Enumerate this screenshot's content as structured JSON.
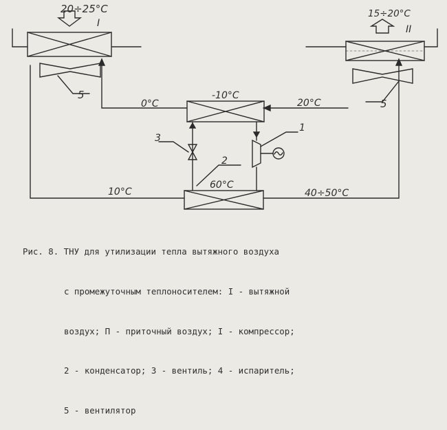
{
  "labels": {
    "supply_temp": "20÷25°C",
    "exhaust_temp": "15÷20°C",
    "roman_I": "I",
    "roman_II": "II",
    "fan_left": "5",
    "fan_right": "5",
    "pre_mid_temp": "0°C",
    "evaporator_temp": "-10°C",
    "return_temp": "20°C",
    "comp_num": "1",
    "valve_num": "3",
    "cond_num": "2",
    "cond_temp": "60°C",
    "low_temp": "10°C",
    "high_temp": "40÷50°C"
  },
  "caption": {
    "line1": "Рис. 8. ТНУ для утилизации тепла вытяжного воздуха",
    "line2": "с промежуточным теплоносителем: I - вытяжной",
    "line3": "воздух; П - приточный воздух; I - компрессор;",
    "line4": "2 - конденсатор; 3 - вентиль; 4 - испаритель;",
    "line5": "5 - вентилятор"
  }
}
